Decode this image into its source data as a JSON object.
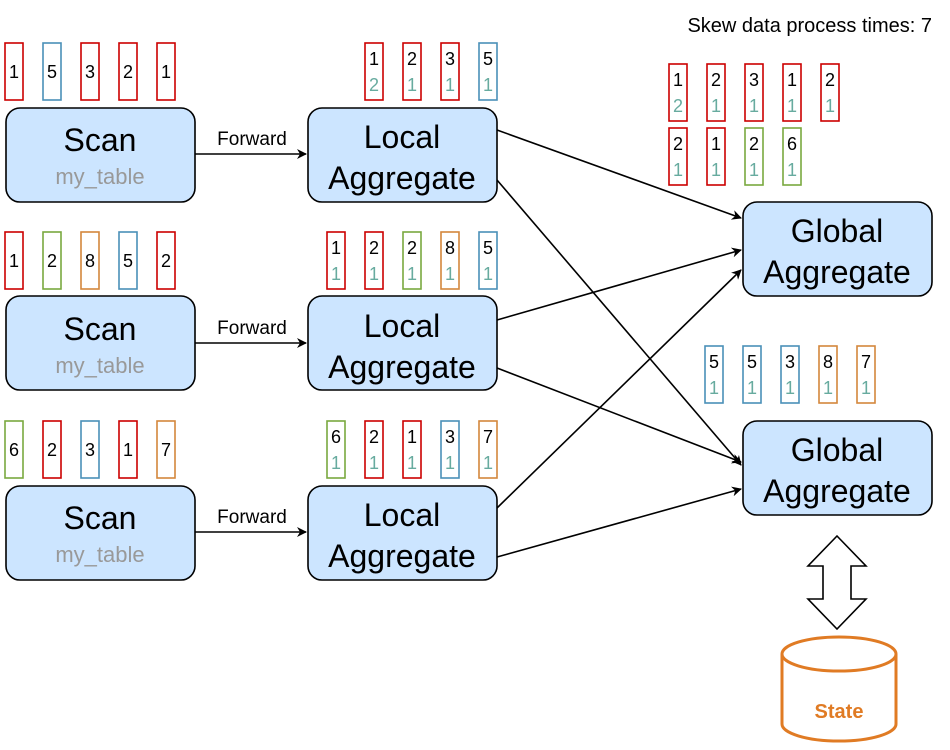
{
  "header": {
    "skew_text": "Skew data process times: 7"
  },
  "colors": {
    "red": "#cc0000",
    "blue": "#4a90b8",
    "green": "#7aa83f",
    "orange": "#d4873c",
    "count": "#67ab9f",
    "state": "#e07b24"
  },
  "scans": [
    {
      "title": "Scan",
      "subtitle": "my_table",
      "records": [
        {
          "key": "1",
          "color": "red"
        },
        {
          "key": "5",
          "color": "blue"
        },
        {
          "key": "3",
          "color": "red"
        },
        {
          "key": "2",
          "color": "red"
        },
        {
          "key": "1",
          "color": "red"
        }
      ]
    },
    {
      "title": "Scan",
      "subtitle": "my_table",
      "records": [
        {
          "key": "1",
          "color": "red"
        },
        {
          "key": "2",
          "color": "green"
        },
        {
          "key": "8",
          "color": "orange"
        },
        {
          "key": "5",
          "color": "blue"
        },
        {
          "key": "2",
          "color": "red"
        }
      ]
    },
    {
      "title": "Scan",
      "subtitle": "my_table",
      "records": [
        {
          "key": "6",
          "color": "green"
        },
        {
          "key": "2",
          "color": "red"
        },
        {
          "key": "3",
          "color": "blue"
        },
        {
          "key": "1",
          "color": "red"
        },
        {
          "key": "7",
          "color": "orange"
        }
      ]
    }
  ],
  "forward_label": "Forward",
  "local_aggregates": [
    {
      "title_line1": "Local",
      "title_line2": "Aggregate",
      "records": [
        {
          "key": "1",
          "count": "2",
          "color": "red"
        },
        {
          "key": "2",
          "count": "1",
          "color": "red"
        },
        {
          "key": "3",
          "count": "1",
          "color": "red"
        },
        {
          "key": "5",
          "count": "1",
          "color": "blue"
        }
      ]
    },
    {
      "title_line1": "Local",
      "title_line2": "Aggregate",
      "records": [
        {
          "key": "1",
          "count": "1",
          "color": "red"
        },
        {
          "key": "2",
          "count": "1",
          "color": "red"
        },
        {
          "key": "2",
          "count": "1",
          "color": "green"
        },
        {
          "key": "8",
          "count": "1",
          "color": "orange"
        },
        {
          "key": "5",
          "count": "1",
          "color": "blue"
        }
      ]
    },
    {
      "title_line1": "Local",
      "title_line2": "Aggregate",
      "records": [
        {
          "key": "6",
          "count": "1",
          "color": "green"
        },
        {
          "key": "2",
          "count": "1",
          "color": "red"
        },
        {
          "key": "1",
          "count": "1",
          "color": "red"
        },
        {
          "key": "3",
          "count": "1",
          "color": "blue"
        },
        {
          "key": "7",
          "count": "1",
          "color": "orange"
        }
      ]
    }
  ],
  "global_aggregates": [
    {
      "title_line1": "Global",
      "title_line2": "Aggregate",
      "records_row1": [
        {
          "key": "1",
          "count": "2",
          "color": "red"
        },
        {
          "key": "2",
          "count": "1",
          "color": "red"
        },
        {
          "key": "3",
          "count": "1",
          "color": "red"
        },
        {
          "key": "1",
          "count": "1",
          "color": "red"
        },
        {
          "key": "2",
          "count": "1",
          "color": "red"
        }
      ],
      "records_row2": [
        {
          "key": "2",
          "count": "1",
          "color": "red"
        },
        {
          "key": "1",
          "count": "1",
          "color": "red"
        },
        {
          "key": "2",
          "count": "1",
          "color": "green"
        },
        {
          "key": "6",
          "count": "1",
          "color": "green"
        }
      ]
    },
    {
      "title_line1": "Global",
      "title_line2": "Aggregate",
      "records_row1": [
        {
          "key": "5",
          "count": "1",
          "color": "blue"
        },
        {
          "key": "5",
          "count": "1",
          "color": "blue"
        },
        {
          "key": "3",
          "count": "1",
          "color": "blue"
        },
        {
          "key": "8",
          "count": "1",
          "color": "orange"
        },
        {
          "key": "7",
          "count": "1",
          "color": "orange"
        }
      ],
      "records_row2": []
    }
  ],
  "state": {
    "label": "State"
  }
}
